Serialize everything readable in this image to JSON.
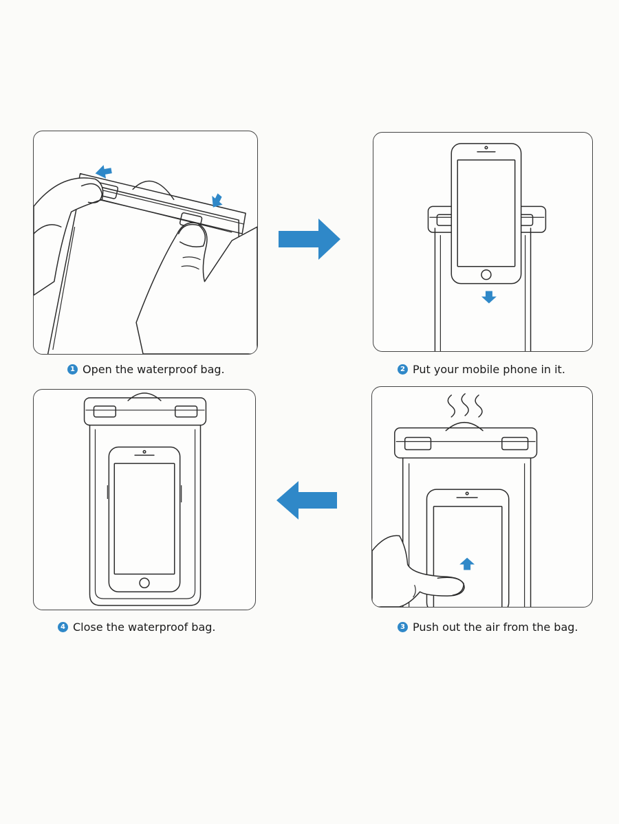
{
  "accent_color": "#2f88c8",
  "steps": [
    {
      "number": "1",
      "text": "Open the waterproof bag."
    },
    {
      "number": "2",
      "text": "Put your mobile phone in it."
    },
    {
      "number": "3",
      "text": "Push out the air from the bag."
    },
    {
      "number": "4",
      "text": "Close the waterproof bag."
    }
  ],
  "flow_arrows": [
    "right-arrow",
    "left-arrow"
  ]
}
